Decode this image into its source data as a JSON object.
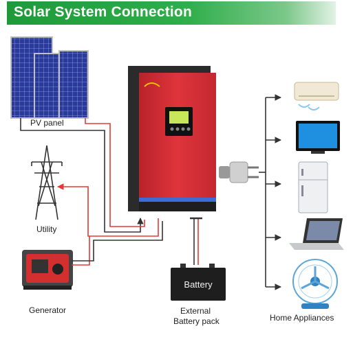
{
  "header": {
    "title": "Solar System Connection"
  },
  "labels": {
    "pv_panel": "PV panel",
    "utility": "Utility",
    "generator": "Generator",
    "external_line1": "External",
    "external_line2": "Battery pack",
    "home_appliances": "Home Appliances",
    "battery_text": "Battery"
  },
  "colors": {
    "header_green": "#2fae4a",
    "inverter_red": "#d8333b",
    "wire_red": "#e53935",
    "wire_dark": "#333333"
  }
}
